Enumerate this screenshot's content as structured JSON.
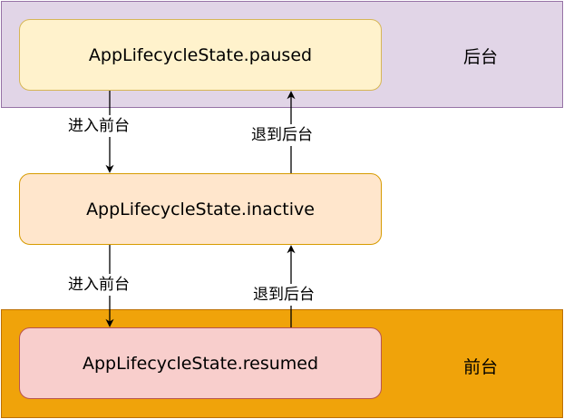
{
  "colors": {
    "background_band_fill": "#e1d5e7",
    "background_band_border": "#9673a6",
    "foreground_band_fill": "#f0a30a",
    "foreground_band_border": "#bd7000",
    "paused_fill": "#fff2cc",
    "paused_border": "#d6b656",
    "inactive_fill": "#ffe6cc",
    "inactive_border": "#d79b00",
    "resumed_fill": "#f8cecc",
    "resumed_border": "#b85450",
    "arrow": "#000000"
  },
  "bands": {
    "background_label": "后台",
    "foreground_label": "前台"
  },
  "states": {
    "paused": "AppLifecycleState.paused",
    "inactive": "AppLifecycleState.inactive",
    "resumed": "AppLifecycleState.resumed"
  },
  "transitions": {
    "paused_to_inactive": "进入前台",
    "inactive_to_paused": "退到后台",
    "inactive_to_resumed": "进入前台",
    "resumed_to_inactive": "退到后台"
  }
}
